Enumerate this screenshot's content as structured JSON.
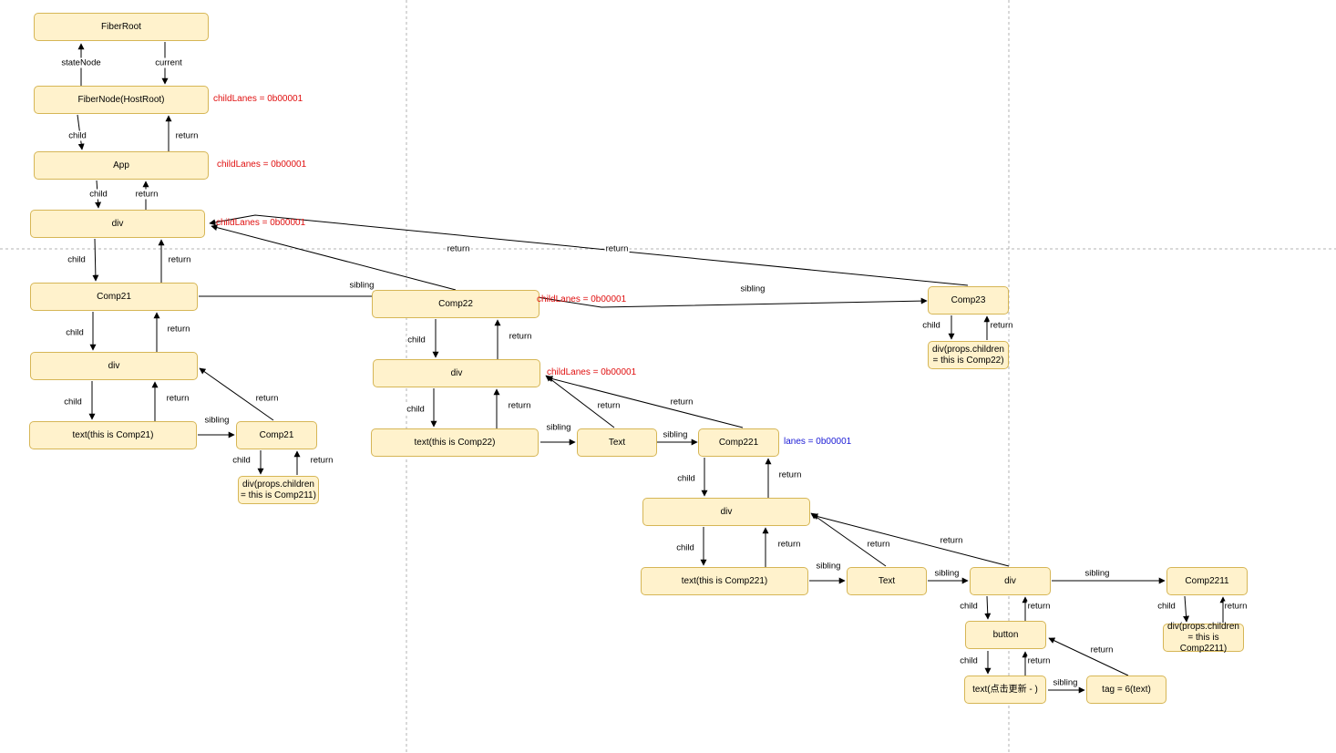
{
  "colors": {
    "node_fill": "#fff2cc",
    "node_border": "#d6b656",
    "annotation_red": "#e01010",
    "annotation_blue": "#1a1ad6"
  },
  "nodes": {
    "fiberroot": "FiberRoot",
    "hostroot": "FiberNode(HostRoot)",
    "app": "App",
    "div_root": "div",
    "comp21": "Comp21",
    "comp22": "Comp22",
    "comp23": "Comp23",
    "div21": "div",
    "div22": "div",
    "div23": "div(props.children = this is Comp22)",
    "text21": "text(this is Comp21)",
    "comp21b": "Comp21",
    "div211": "div(props.children = this is Comp211)",
    "text22": "text(this is Comp22)",
    "text_a": "Text",
    "comp221": "Comp221",
    "div221": "div",
    "text221": "text(this is Comp221)",
    "text_b": "Text",
    "div_c": "div",
    "comp2211": "Comp2211",
    "div2211": "div(props.children = this is Comp2211)",
    "button": "button",
    "text_click": "text(点击更新 - )",
    "tag6": "tag = 6(text)"
  },
  "edges": {
    "stateNode": "stateNode",
    "current": "current",
    "child": "child",
    "return": "return",
    "sibling": "sibling"
  },
  "annotations": {
    "hostroot_lanes": "childLanes = 0b00001",
    "app_lanes": "childLanes = 0b00001",
    "div_lanes": "childLanes = 0b00001",
    "comp22_lanes": "childLanes = 0b00001",
    "div22_lanes": "childLanes = 0b00001",
    "comp221_lanes": "lanes = 0b00001"
  }
}
